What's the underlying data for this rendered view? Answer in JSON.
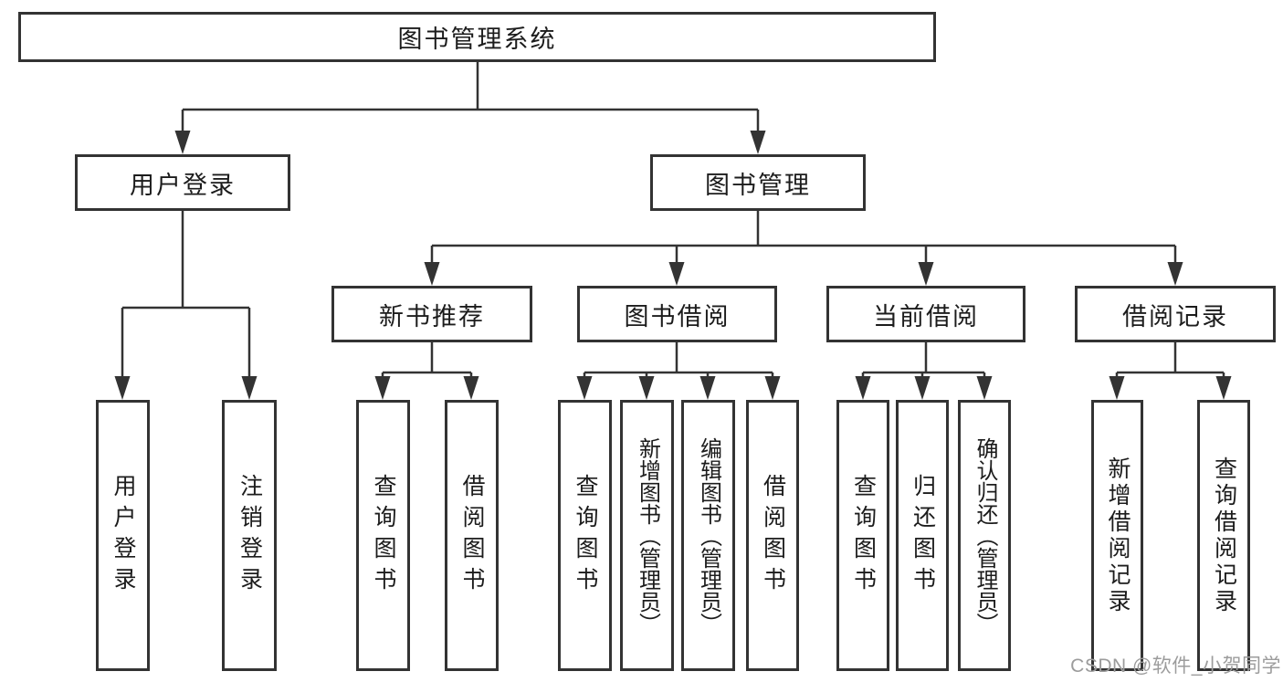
{
  "colors": {
    "line": "#333333",
    "box_border": "#333333",
    "text": "#1c1c1c",
    "background": "#ffffff",
    "watermark": "#9c9c9c"
  },
  "watermark": "CSDN @软件_小贺同学",
  "nodes": {
    "root": "图书管理系统",
    "level2": {
      "user_login": "用户登录",
      "book_mgmt": "图书管理"
    },
    "level3": {
      "new_book_rec": "新书推荐",
      "book_borrow": "图书借阅",
      "current_borrow": "当前借阅",
      "borrow_record": "借阅记录"
    },
    "leaves": {
      "user_login": "用户登录",
      "logout": "注销登录",
      "nbr_query": "查询图书",
      "nbr_borrow": "借阅图书",
      "bb_query": "查询图书",
      "bb_add": "新增图书（管理员）",
      "bb_edit": "编辑图书（管理员）",
      "bb_borrow": "借阅图书",
      "cb_query": "查询图书",
      "cb_return": "归还图书",
      "cb_confirm": "确认归还（管理员）",
      "br_add": "新增借阅记录",
      "br_query": "查询借阅记录"
    }
  }
}
